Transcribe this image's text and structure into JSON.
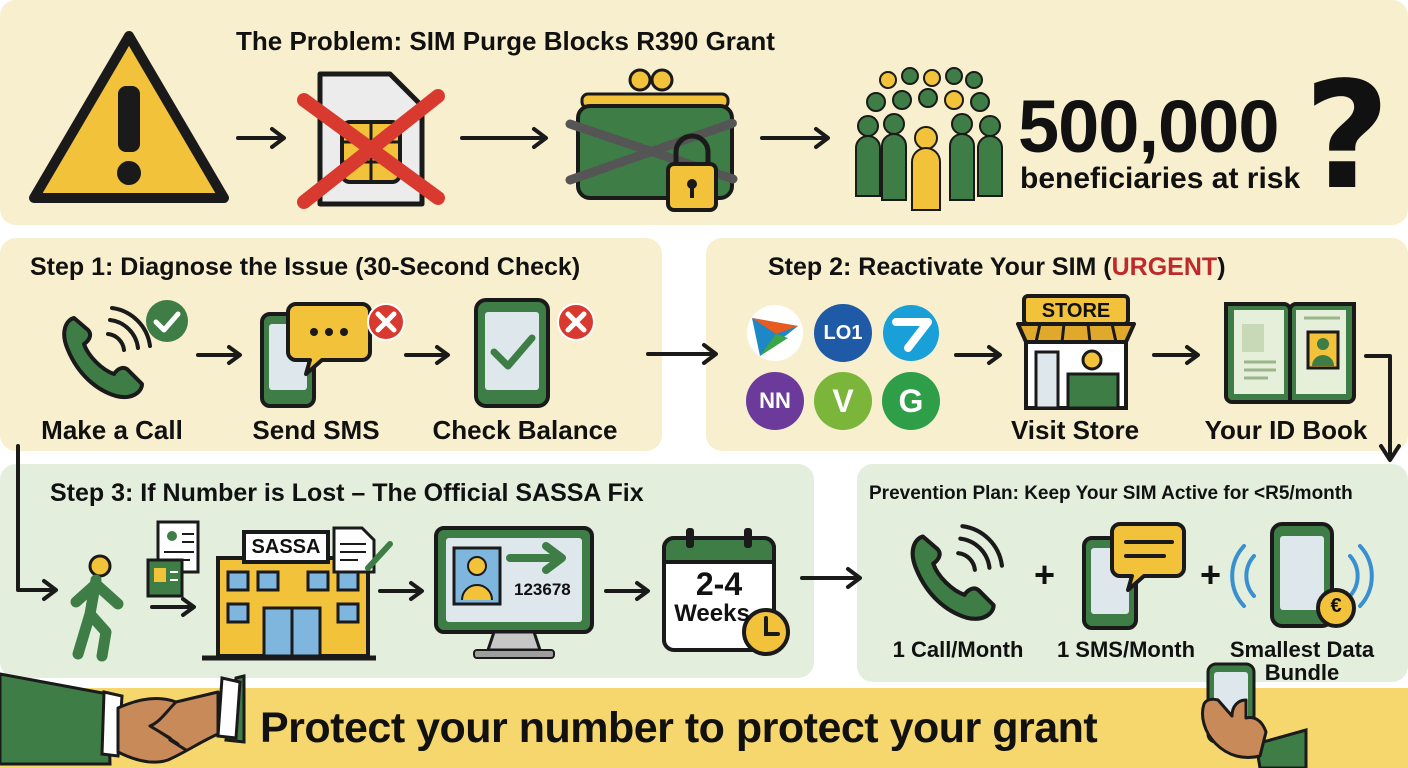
{
  "colors": {
    "panel_yellow": "#f8efcf",
    "panel_green": "#e3efdc",
    "banner_yellow": "#f5d76e",
    "brand_green": "#3e7d45",
    "warning_yellow": "#f2c23b",
    "red_x": "#d93a2f"
  },
  "problem": {
    "title": "The Problem: SIM Purge Blocks R390 Grant",
    "stat_number": "500,000",
    "stat_text": "beneficiaries at risk",
    "question_mark": "?",
    "icons": [
      "warning-icon",
      "crossed-sim-icon",
      "chained-wallet-icon",
      "crowd-icon"
    ]
  },
  "step1": {
    "title": "Step 1: Diagnose the Issue (30-Second Check)",
    "items": [
      {
        "label": "Make a Call",
        "icon": "phone-call-icon",
        "status": "ok"
      },
      {
        "label": "Send SMS",
        "icon": "sms-icon",
        "status": "fail"
      },
      {
        "label": "Check Balance",
        "icon": "balance-phone-icon",
        "status": "fail"
      }
    ]
  },
  "step2": {
    "title_prefix": "Step 2: Reactivate Your SIM (",
    "title_urgent": "URGENT",
    "title_suffix": ")",
    "networks": [
      "",
      "LO1",
      "",
      "NN",
      "V",
      "G"
    ],
    "store_sign": "STORE",
    "items": [
      {
        "label": "Visit Store",
        "icon": "store-icon"
      },
      {
        "label": "Your ID Book",
        "icon": "id-book-icon"
      }
    ]
  },
  "step3": {
    "title": "Step 3: If Number is Lost – The Official SASSA Fix",
    "sassa_sign": "SASSA",
    "screen_number": "123678",
    "calendar_line1": "2-4",
    "calendar_line2": "Weeks"
  },
  "prevention": {
    "title": "Prevention Plan: Keep Your SIM Active for <R5/month",
    "plus": "+",
    "items": [
      {
        "label": "1 Call/Month",
        "icon": "phone-call-icon"
      },
      {
        "label": "1 SMS/Month",
        "icon": "sms-icon"
      },
      {
        "label_line1": "Smallest Data",
        "label_line2": "Bundle",
        "icon": "data-phone-icon"
      }
    ],
    "currency_symbol": "€"
  },
  "banner": {
    "text": "Protect your number to protect your grant"
  }
}
